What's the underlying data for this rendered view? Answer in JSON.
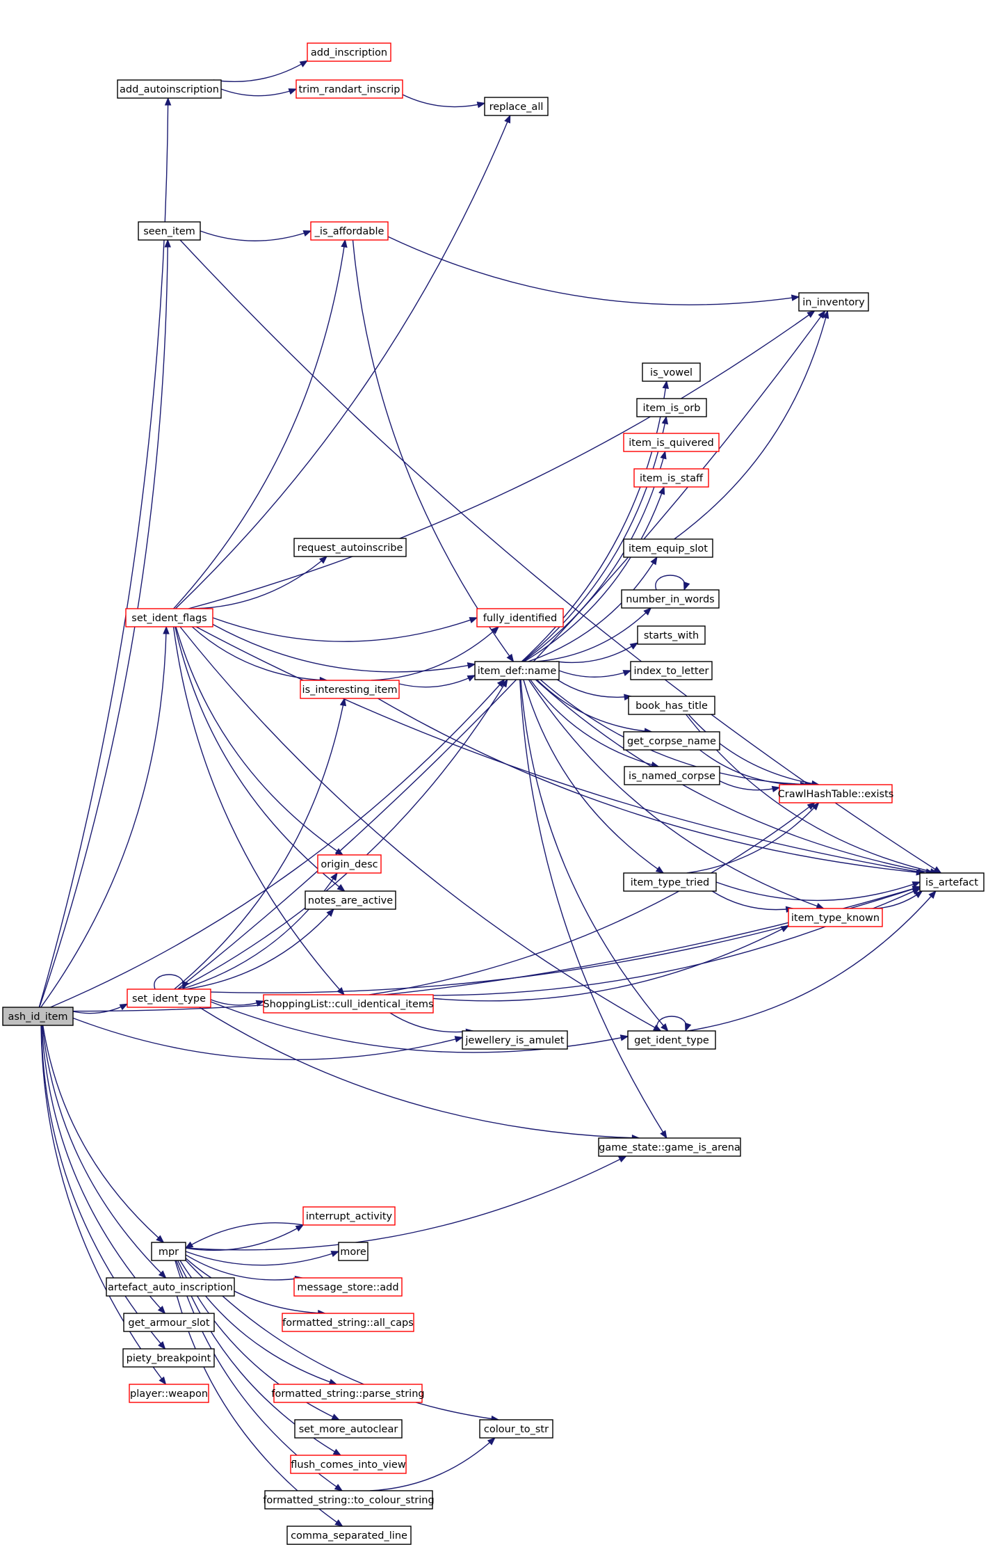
{
  "nodes": [
    {
      "id": "ash_id_item",
      "label": "ash_id_item",
      "style": "root"
    },
    {
      "id": "add_autoinscription",
      "label": "add_autoinscription",
      "style": "black"
    },
    {
      "id": "add_inscription",
      "label": "add_inscription",
      "style": "red"
    },
    {
      "id": "trim_randart_inscrip",
      "label": "trim_randart_inscrip",
      "style": "red"
    },
    {
      "id": "replace_all",
      "label": "replace_all",
      "style": "black"
    },
    {
      "id": "seen_item",
      "label": "seen_item",
      "style": "black"
    },
    {
      "id": "_is_affordable",
      "label": "_is_affordable",
      "style": "red"
    },
    {
      "id": "in_inventory",
      "label": "in_inventory",
      "style": "black"
    },
    {
      "id": "is_vowel",
      "label": "is_vowel",
      "style": "black"
    },
    {
      "id": "item_is_orb",
      "label": "item_is_orb",
      "style": "black"
    },
    {
      "id": "item_is_quivered",
      "label": "item_is_quivered",
      "style": "red"
    },
    {
      "id": "item_is_staff",
      "label": "item_is_staff",
      "style": "red"
    },
    {
      "id": "request_autoinscribe",
      "label": "request_autoinscribe",
      "style": "black"
    },
    {
      "id": "item_equip_slot",
      "label": "item_equip_slot",
      "style": "black"
    },
    {
      "id": "set_ident_flags",
      "label": "set_ident_flags",
      "style": "red"
    },
    {
      "id": "fully_identified",
      "label": "fully_identified",
      "style": "red"
    },
    {
      "id": "number_in_words",
      "label": "number_in_words",
      "style": "black"
    },
    {
      "id": "starts_with",
      "label": "starts_with",
      "style": "black"
    },
    {
      "id": "item_def_name",
      "label": "item_def::name",
      "style": "black"
    },
    {
      "id": "index_to_letter",
      "label": "index_to_letter",
      "style": "black"
    },
    {
      "id": "is_interesting_item",
      "label": "is_interesting_item",
      "style": "red"
    },
    {
      "id": "book_has_title",
      "label": "book_has_title",
      "style": "black"
    },
    {
      "id": "get_corpse_name",
      "label": "get_corpse_name",
      "style": "black"
    },
    {
      "id": "is_named_corpse",
      "label": "is_named_corpse",
      "style": "black"
    },
    {
      "id": "crawl_exists",
      "label": "CrawlHashTable::exists",
      "style": "red"
    },
    {
      "id": "origin_desc",
      "label": "origin_desc",
      "style": "red"
    },
    {
      "id": "item_type_tried",
      "label": "item_type_tried",
      "style": "black"
    },
    {
      "id": "is_artefact",
      "label": "is_artefact",
      "style": "black"
    },
    {
      "id": "notes_are_active",
      "label": "notes_are_active",
      "style": "black"
    },
    {
      "id": "item_type_known",
      "label": "item_type_known",
      "style": "red"
    },
    {
      "id": "set_ident_type",
      "label": "set_ident_type",
      "style": "red"
    },
    {
      "id": "cull_identical",
      "label": "ShoppingList::cull_identical_items",
      "style": "red"
    },
    {
      "id": "jewellery_is_amulet",
      "label": "jewellery_is_amulet",
      "style": "black"
    },
    {
      "id": "get_ident_type",
      "label": "get_ident_type",
      "style": "black"
    },
    {
      "id": "game_is_arena",
      "label": "game_state::game_is_arena",
      "style": "black"
    },
    {
      "id": "interrupt_activity",
      "label": "interrupt_activity",
      "style": "red"
    },
    {
      "id": "mpr",
      "label": "mpr",
      "style": "black"
    },
    {
      "id": "more",
      "label": "more",
      "style": "black"
    },
    {
      "id": "artefact_auto_inscription",
      "label": "artefact_auto_inscription",
      "style": "black"
    },
    {
      "id": "message_store_add",
      "label": "message_store::add",
      "style": "red"
    },
    {
      "id": "get_armour_slot",
      "label": "get_armour_slot",
      "style": "black"
    },
    {
      "id": "all_caps",
      "label": "formatted_string::all_caps",
      "style": "red"
    },
    {
      "id": "piety_breakpoint",
      "label": "piety_breakpoint",
      "style": "black"
    },
    {
      "id": "player_weapon",
      "label": "player::weapon",
      "style": "red"
    },
    {
      "id": "parse_string",
      "label": "formatted_string::parse_string",
      "style": "red"
    },
    {
      "id": "set_more_autoclear",
      "label": "set_more_autoclear",
      "style": "black"
    },
    {
      "id": "colour_to_str",
      "label": "colour_to_str",
      "style": "black"
    },
    {
      "id": "flush_comes_into_view",
      "label": "flush_comes_into_view",
      "style": "red"
    },
    {
      "id": "to_colour_string",
      "label": "formatted_string::to_colour_string",
      "style": "black"
    },
    {
      "id": "comma_separated_line",
      "label": "comma_separated_line",
      "style": "black"
    }
  ],
  "edges": [
    [
      "ash_id_item",
      "add_autoinscription"
    ],
    [
      "ash_id_item",
      "is_artefact"
    ],
    [
      "ash_id_item",
      "seen_item"
    ],
    [
      "ash_id_item",
      "set_ident_flags"
    ],
    [
      "ash_id_item",
      "item_def_name"
    ],
    [
      "ash_id_item",
      "set_ident_type"
    ],
    [
      "ash_id_item",
      "jewellery_is_amulet"
    ],
    [
      "ash_id_item",
      "mpr"
    ],
    [
      "ash_id_item",
      "artefact_auto_inscription"
    ],
    [
      "ash_id_item",
      "get_armour_slot"
    ],
    [
      "ash_id_item",
      "piety_breakpoint"
    ],
    [
      "ash_id_item",
      "player_weapon"
    ],
    [
      "add_autoinscription",
      "add_inscription"
    ],
    [
      "add_autoinscription",
      "trim_randart_inscrip"
    ],
    [
      "trim_randart_inscrip",
      "replace_all"
    ],
    [
      "seen_item",
      "_is_affordable"
    ],
    [
      "seen_item",
      "is_artefact"
    ],
    [
      "_is_affordable",
      "in_inventory"
    ],
    [
      "_is_affordable",
      "item_def_name"
    ],
    [
      "set_ident_flags",
      "replace_all"
    ],
    [
      "set_ident_flags",
      "_is_affordable"
    ],
    [
      "set_ident_flags",
      "is_artefact"
    ],
    [
      "set_ident_flags",
      "in_inventory"
    ],
    [
      "set_ident_flags",
      "request_autoinscribe"
    ],
    [
      "set_ident_flags",
      "fully_identified"
    ],
    [
      "set_ident_flags",
      "item_def_name"
    ],
    [
      "set_ident_flags",
      "is_interesting_item"
    ],
    [
      "set_ident_flags",
      "origin_desc"
    ],
    [
      "set_ident_flags",
      "notes_are_active"
    ],
    [
      "set_ident_flags",
      "cull_identical"
    ],
    [
      "set_ident_flags",
      "get_ident_type"
    ],
    [
      "is_interesting_item",
      "fully_identified"
    ],
    [
      "is_interesting_item",
      "item_def_name"
    ],
    [
      "is_interesting_item",
      "is_artefact"
    ],
    [
      "item_def_name",
      "is_vowel"
    ],
    [
      "item_def_name",
      "item_is_orb"
    ],
    [
      "item_def_name",
      "item_is_quivered"
    ],
    [
      "item_def_name",
      "item_is_staff"
    ],
    [
      "item_def_name",
      "item_equip_slot"
    ],
    [
      "item_def_name",
      "number_in_words"
    ],
    [
      "item_def_name",
      "starts_with"
    ],
    [
      "item_def_name",
      "index_to_letter"
    ],
    [
      "item_def_name",
      "book_has_title"
    ],
    [
      "item_def_name",
      "get_corpse_name"
    ],
    [
      "item_def_name",
      "is_named_corpse"
    ],
    [
      "item_def_name",
      "crawl_exists"
    ],
    [
      "item_def_name",
      "item_type_tried"
    ],
    [
      "item_def_name",
      "item_type_known"
    ],
    [
      "item_def_name",
      "get_ident_type"
    ],
    [
      "item_def_name",
      "game_is_arena"
    ],
    [
      "item_def_name",
      "is_artefact"
    ],
    [
      "item_equip_slot",
      "in_inventory"
    ],
    [
      "number_in_words",
      "number_in_words"
    ],
    [
      "book_has_title",
      "crawl_exists"
    ],
    [
      "book_has_title",
      "is_artefact"
    ],
    [
      "get_corpse_name",
      "crawl_exists"
    ],
    [
      "is_named_corpse",
      "crawl_exists"
    ],
    [
      "item_type_tried",
      "crawl_exists"
    ],
    [
      "item_type_tried",
      "is_artefact"
    ],
    [
      "item_type_tried",
      "item_type_known"
    ],
    [
      "item_type_known",
      "is_artefact"
    ],
    [
      "get_ident_type",
      "get_ident_type"
    ],
    [
      "get_ident_type",
      "is_artefact"
    ],
    [
      "set_ident_type",
      "set_ident_type"
    ],
    [
      "set_ident_type",
      "in_inventory"
    ],
    [
      "set_ident_type",
      "is_interesting_item"
    ],
    [
      "set_ident_type",
      "origin_desc"
    ],
    [
      "set_ident_type",
      "notes_are_active"
    ],
    [
      "set_ident_type",
      "item_def_name"
    ],
    [
      "set_ident_type",
      "cull_identical"
    ],
    [
      "set_ident_type",
      "get_ident_type"
    ],
    [
      "set_ident_type",
      "game_is_arena"
    ],
    [
      "set_ident_type",
      "is_artefact"
    ],
    [
      "cull_identical",
      "crawl_exists"
    ],
    [
      "cull_identical",
      "item_type_known"
    ],
    [
      "cull_identical",
      "jewellery_is_amulet"
    ],
    [
      "cull_identical",
      "is_artefact"
    ],
    [
      "mpr",
      "game_is_arena"
    ],
    [
      "mpr",
      "interrupt_activity"
    ],
    [
      "interrupt_activity",
      "mpr"
    ],
    [
      "mpr",
      "more"
    ],
    [
      "mpr",
      "message_store_add"
    ],
    [
      "mpr",
      "all_caps"
    ],
    [
      "mpr",
      "parse_string"
    ],
    [
      "mpr",
      "set_more_autoclear"
    ],
    [
      "mpr",
      "colour_to_str"
    ],
    [
      "mpr",
      "flush_comes_into_view"
    ],
    [
      "mpr",
      "to_colour_string"
    ],
    [
      "to_colour_string",
      "colour_to_str"
    ],
    [
      "artefact_auto_inscription",
      "comma_separated_line"
    ]
  ]
}
